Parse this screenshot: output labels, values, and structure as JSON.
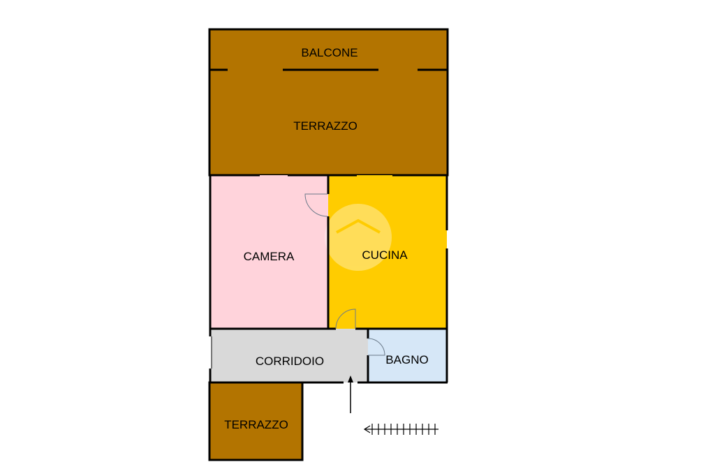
{
  "floorplan": {
    "colors": {
      "terrace": "#b37400",
      "bedroom": "#ffd3db",
      "kitchen": "#ffcc00",
      "corridor": "#d9d9d9",
      "bathroom": "#d6e7f7",
      "wall": "#000000",
      "background": "#ffffff"
    },
    "rooms": {
      "balcone": {
        "label": "BALCONE"
      },
      "terrazzo_top": {
        "label": "TERRAZZO"
      },
      "camera": {
        "label": "CAMERA"
      },
      "cucina": {
        "label": "CUCINA"
      },
      "corridoio": {
        "label": "CORRIDOIO"
      },
      "bagno": {
        "label": "BAGNO"
      },
      "terrazzo_bottom": {
        "label": "TERRAZZO"
      }
    },
    "symbols": {
      "entrance": "entrance-arrow-icon",
      "north": "north-arrow-icon",
      "watermark": "house-logo-watermark"
    }
  }
}
